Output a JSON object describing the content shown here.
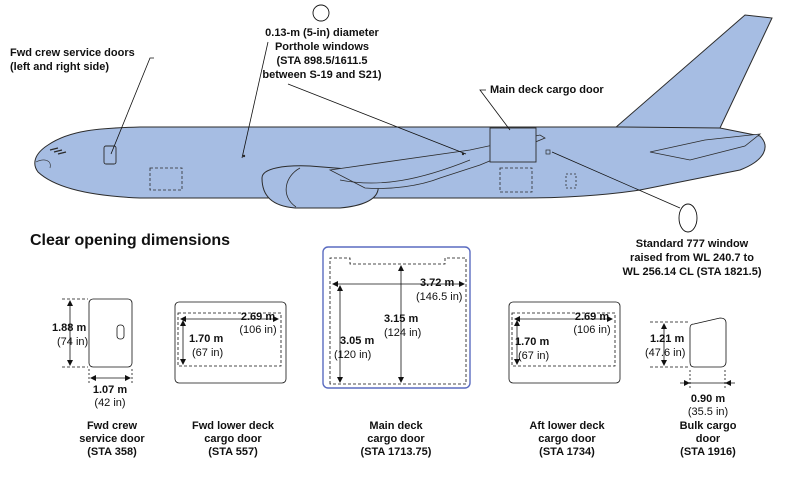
{
  "callouts": {
    "fwd_crew": [
      "Fwd crew service doors",
      "(left and right side)"
    ],
    "porthole": [
      "0.13-m (5-in) diameter",
      "Porthole windows",
      "(STA 898.5/1611.5",
      "between S-19 and S21)"
    ],
    "main_deck": "Main deck cargo door",
    "std_window": [
      "Standard 777 window",
      "raised from WL 240.7 to",
      "WL 256.14 CL (STA 1821.5)"
    ]
  },
  "heading": "Clear opening dimensions",
  "doors": {
    "fwd_crew": {
      "height_m": "1.88 m",
      "height_in": "(74 in)",
      "width_m": "1.07 m",
      "width_in": "(42 in)",
      "caption": [
        "Fwd crew",
        "service door",
        "(STA 358)"
      ]
    },
    "fwd_lower": {
      "width_m": "2.69 m",
      "width_in": "(106 in)",
      "height_m": "1.70 m",
      "height_in": "(67 in)",
      "caption": [
        "Fwd lower deck",
        "cargo door",
        "(STA 557)"
      ]
    },
    "main_deck": {
      "width_m": "3.72 m",
      "width_in": "(146.5 in)",
      "height_m": "3.15 m",
      "height_in": "(124 in)",
      "side_m": "3.05 m",
      "side_in": "(120 in)",
      "caption": [
        "Main deck",
        "cargo door",
        "(STA 1713.75)"
      ]
    },
    "aft_lower": {
      "width_m": "2.69 m",
      "width_in": "(106 in)",
      "height_m": "1.70 m",
      "height_in": "(67 in)",
      "caption": [
        "Aft lower deck",
        "cargo door",
        "(STA 1734)"
      ]
    },
    "bulk": {
      "height_m": "1.21 m",
      "height_in": "(47.6 in)",
      "width_m": "0.90 m",
      "width_in": "(35.5 in)",
      "caption": [
        "Bulk cargo",
        "door",
        "(STA 1916)"
      ]
    }
  },
  "colors": {
    "fuselage": "#a6bde3",
    "outline": "#2b2b2b",
    "main_door": "#5a6bc0"
  }
}
